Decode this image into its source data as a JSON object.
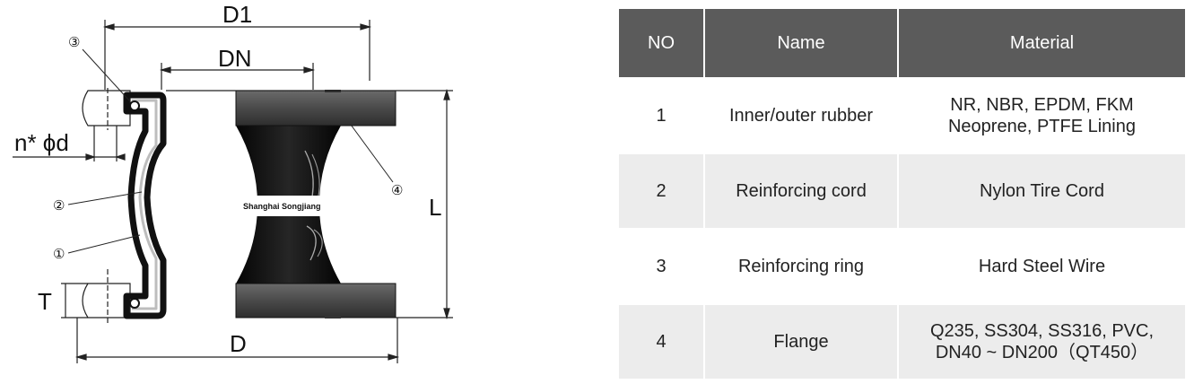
{
  "drawing": {
    "dim_labels": {
      "d1": "D1",
      "dn": "DN",
      "bolt_hole": "n* ϕd",
      "length": "L",
      "d": "D",
      "thickness": "T"
    },
    "callouts": [
      "①",
      "②",
      "③",
      "④"
    ],
    "brand_label": "Shanghai Songjiang"
  },
  "table": {
    "headers": [
      "NO",
      "Name",
      "Material"
    ],
    "rows": [
      {
        "no": "1",
        "name": "Inner/outer rubber",
        "material": [
          "NR, NBR, EPDM, FKM",
          "Neoprene,  PTFE Lining"
        ]
      },
      {
        "no": "2",
        "name": "Reinforcing cord",
        "material": [
          "Nylon Tire Cord"
        ]
      },
      {
        "no": "3",
        "name": "Reinforcing ring",
        "material": [
          "Hard Steel Wire"
        ]
      },
      {
        "no": "4",
        "name": "Flange",
        "material": [
          "Q235, SS304, SS316, PVC,",
          "DN40 ~ DN200（QT450）"
        ]
      }
    ]
  }
}
